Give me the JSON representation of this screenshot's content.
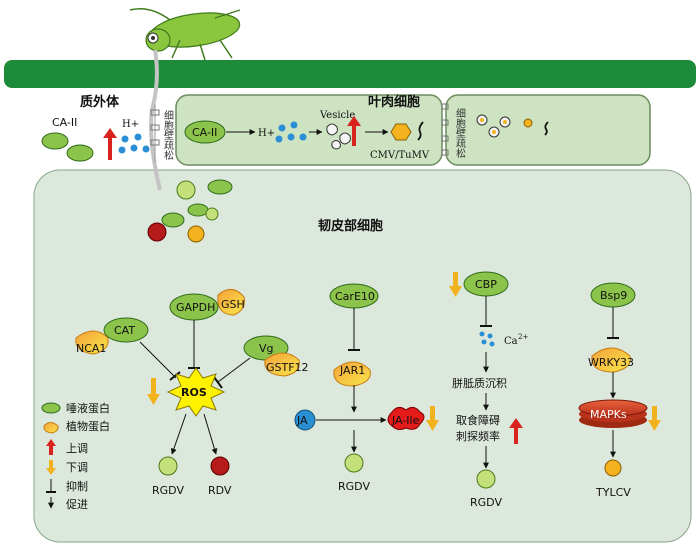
{
  "labels": {
    "apoplast": "质外体",
    "mesophyll": "叶肉细胞",
    "phloem": "韧皮部细胞",
    "plasmodesmata": "细胞壁疏松",
    "ca2_left": "CA-II",
    "hplus_left": "H+",
    "ca2_mid": "CA-II",
    "hplus_mid": "H+",
    "vesicle": "Vesicle",
    "virus_meso": "CMV/TuMV"
  },
  "pathways": {
    "ros": {
      "cat": "CAT",
      "nca1": "NCA1",
      "gapdh": "GAPDH",
      "gsh": "GSH",
      "vg": "Vg",
      "gstf12": "GSTF12",
      "ros": "ROS",
      "rgdv": "RGDV",
      "rdv": "RDV"
    },
    "ja": {
      "care10": "CarE10",
      "jar1": "JAR1",
      "ja": "JA",
      "ja_ile": "JA-Ile",
      "rgdv": "RGDV"
    },
    "cbp": {
      "cbp": "CBP",
      "ca": "Ca",
      "ca_sup": "2+",
      "callose": "胼胝质沉积",
      "feeding1": "取食障碍",
      "feeding2": "刺探频率",
      "rgdv": "RGDV"
    },
    "bsp9": {
      "bsp9": "Bsp9",
      "wrky33": "WRKY33",
      "mapks": "MAPKs",
      "tylcv": "TYLCV"
    }
  },
  "legend": [
    {
      "key": "saliva",
      "label": "唾液蛋白"
    },
    {
      "key": "plant",
      "label": "植物蛋白"
    },
    {
      "key": "up",
      "label": "上调"
    },
    {
      "key": "down",
      "label": "下调"
    },
    {
      "key": "inhibit",
      "label": "抑制"
    },
    {
      "key": "promote",
      "label": "促进"
    }
  ],
  "colors": {
    "green_oval": "#8cc34a",
    "green_border": "#2f6b1b",
    "membrane": "#1f8b3a",
    "cell_bg": "#cfe3c4",
    "phloem_bg": "#dfe9de",
    "up_arrow": "#d9231f",
    "down_arrow": "#f2b21d",
    "ros": "#fff200",
    "ja_ile": "#e41b1b",
    "mapks": "#d4472c",
    "ja_node": "#2a8fd0"
  }
}
